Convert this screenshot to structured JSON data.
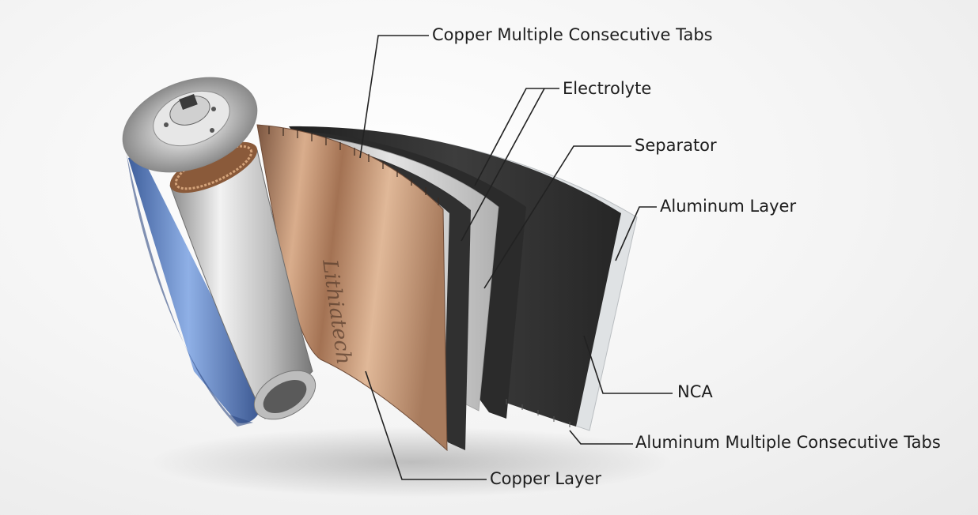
{
  "diagram": {
    "brand_engraving": "Lithiatech",
    "labels": {
      "copper_tabs": "Copper Multiple Consecutive Tabs",
      "electrolyte": "Electrolyte",
      "separator": "Separator",
      "aluminum_layer": "Aluminum Layer",
      "nca": "NCA",
      "aluminum_tabs": "Aluminum Multiple Consecutive Tabs",
      "copper_layer": "Copper Layer"
    },
    "colors": {
      "copper": "#b98a68",
      "separator": "#c9c9c9",
      "electrode_dark": "#2e2e2e",
      "aluminum": "#d9dde0",
      "cell_blue": "#5f82c0",
      "leader_line": "#222222"
    }
  }
}
